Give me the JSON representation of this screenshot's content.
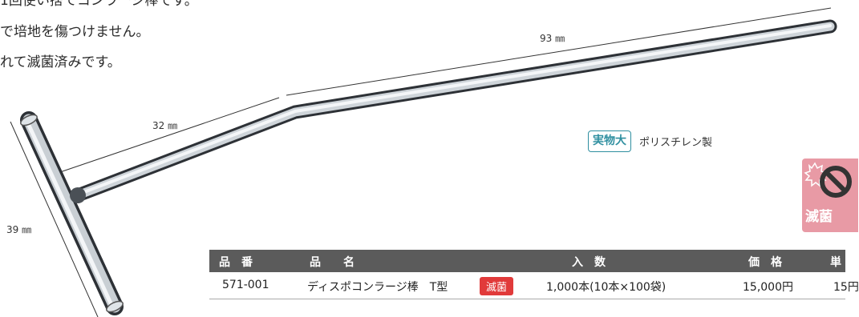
{
  "intro": {
    "line1": "1回使い捨てコンラージ棒です。",
    "line2": "で培地を傷つけません。",
    "line3": "れて滅菌済みです。"
  },
  "dimensions": {
    "long_arm": "93 ㎜",
    "short_arm": "32 ㎜",
    "crossbar": "39 ㎜"
  },
  "actual_size": {
    "badge": "実物大",
    "material": "ポリスチレン製"
  },
  "sterile_icon": {
    "label": "滅菌"
  },
  "table": {
    "headers": {
      "product_no": "品　番",
      "product_name": "品　　名",
      "quantity": "入　数",
      "price": "価　格",
      "unit": "単"
    },
    "rows": [
      {
        "product_no": "571-001",
        "product_name": "ディスポコンラージ棒　T型",
        "badge": "滅菌",
        "quantity": "1,000本(10本×100袋)",
        "price": "15,000円",
        "unit": "15円"
      }
    ]
  },
  "colors": {
    "accent_teal": "#2f8fa0",
    "sterile_red": "#e13a3a",
    "sterile_pink": "#e89aa5",
    "table_header": "#5b5b5b"
  }
}
